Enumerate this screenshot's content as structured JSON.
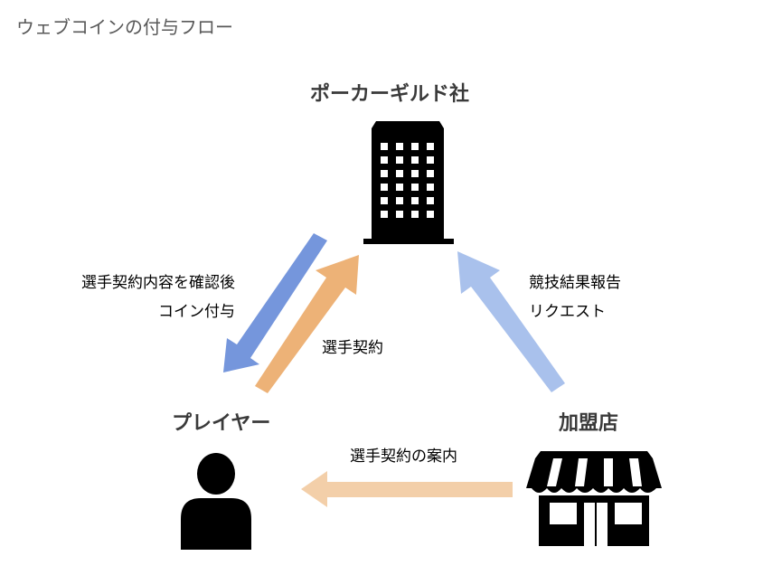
{
  "title": "ウェブコインの付与フロー",
  "nodes": {
    "guild": "ポーカーギルド社",
    "player": "プレイヤー",
    "shop": "加盟店"
  },
  "edges": {
    "guild_to_player": [
      "選手契約内容を確認後",
      "コイン付与"
    ],
    "player_to_guild": "選手契約",
    "shop_to_guild": [
      "競技結果報告",
      "リクエスト"
    ],
    "shop_to_player": "選手契約の案内"
  },
  "colors": {
    "blue_arrow": "#7596dc",
    "orange_arrow": "#edb277",
    "light_blue_arrow": "#a9c1ec",
    "light_orange_arrow": "#f3cfa9",
    "title": "#595959",
    "node_label": "#3a3a3a"
  },
  "icons": {
    "guild": "office-building-icon",
    "player": "person-icon",
    "shop": "storefront-icon"
  }
}
